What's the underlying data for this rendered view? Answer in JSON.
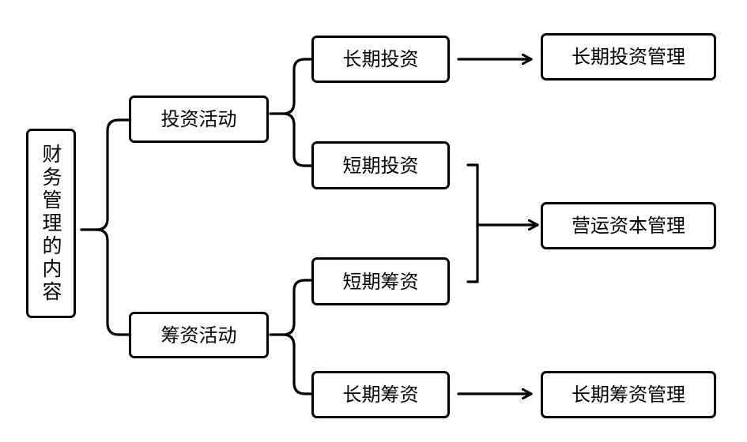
{
  "root": {
    "label": "财务管理的内容"
  },
  "activities": {
    "investment": {
      "label": "投资活动"
    },
    "financing": {
      "label": "筹资活动"
    }
  },
  "items": {
    "long_term_investment": {
      "label": "长期投资"
    },
    "short_term_investment": {
      "label": "短期投资"
    },
    "short_term_financing": {
      "label": "短期筹资"
    },
    "long_term_financing": {
      "label": "长期筹资"
    }
  },
  "management": {
    "long_term_investment_mgmt": {
      "label": "长期投资管理"
    },
    "working_capital_mgmt": {
      "label": "营运资本管理"
    },
    "long_term_financing_mgmt": {
      "label": "长期筹资管理"
    }
  }
}
